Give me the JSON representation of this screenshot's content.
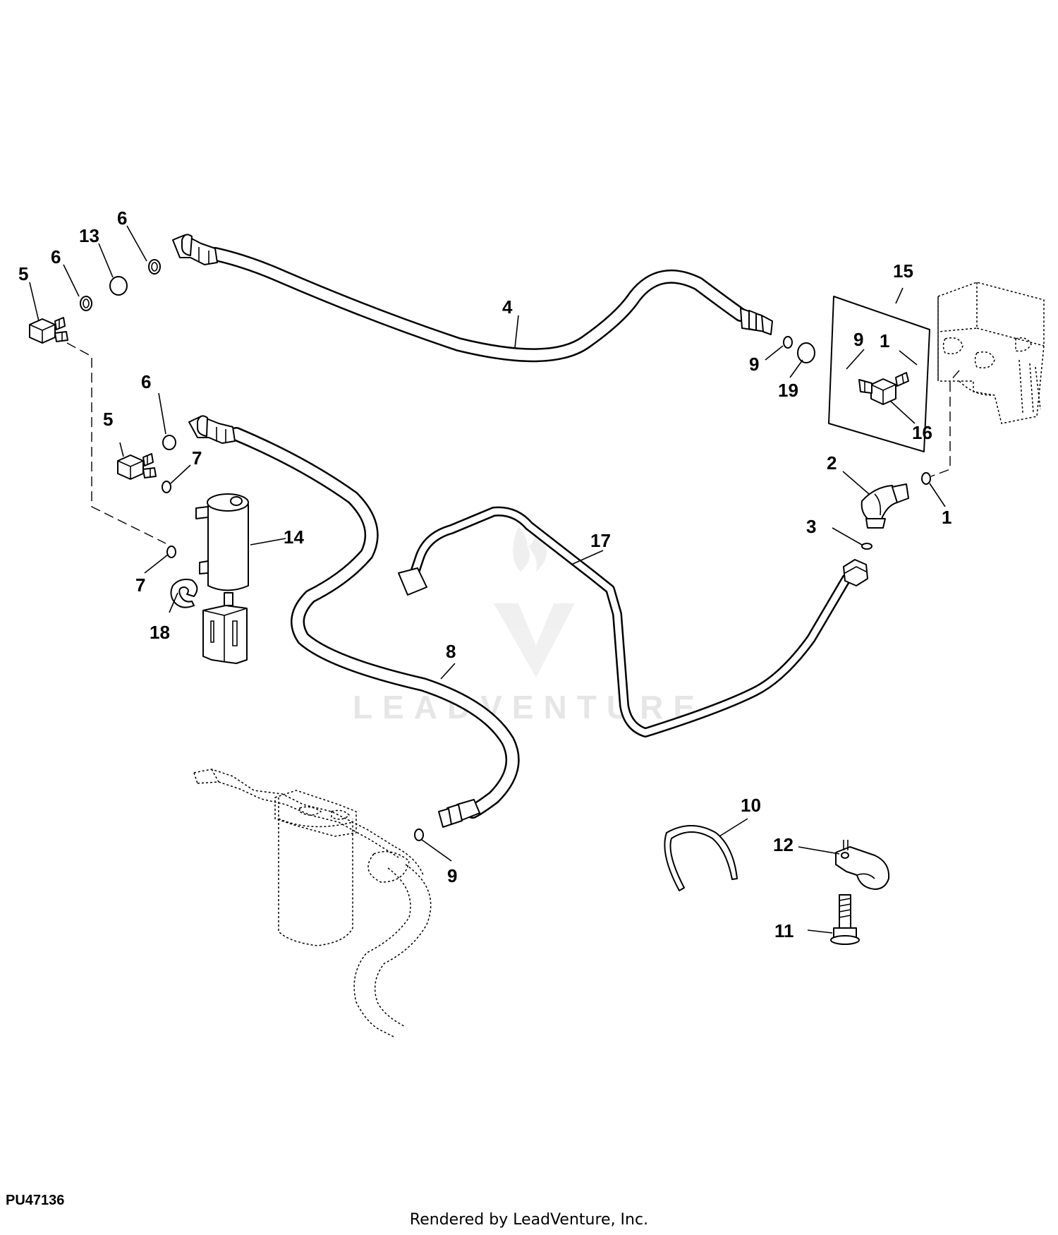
{
  "figure_id": "PU47136",
  "credit": "Rendered by LeadVenture, Inc.",
  "watermark": "LEADVENTURE",
  "callouts": [
    {
      "id": "c1a",
      "label": "1"
    },
    {
      "id": "c1b",
      "label": "1"
    },
    {
      "id": "c2",
      "label": "2"
    },
    {
      "id": "c3",
      "label": "3"
    },
    {
      "id": "c4",
      "label": "4"
    },
    {
      "id": "c5a",
      "label": "5"
    },
    {
      "id": "c5b",
      "label": "5"
    },
    {
      "id": "c6a",
      "label": "6"
    },
    {
      "id": "c6b",
      "label": "6"
    },
    {
      "id": "c6c",
      "label": "6"
    },
    {
      "id": "c7a",
      "label": "7"
    },
    {
      "id": "c7b",
      "label": "7"
    },
    {
      "id": "c8",
      "label": "8"
    },
    {
      "id": "c9a",
      "label": "9"
    },
    {
      "id": "c9b",
      "label": "9"
    },
    {
      "id": "c9c",
      "label": "9"
    },
    {
      "id": "c10",
      "label": "10"
    },
    {
      "id": "c11",
      "label": "11"
    },
    {
      "id": "c12",
      "label": "12"
    },
    {
      "id": "c13",
      "label": "13"
    },
    {
      "id": "c14",
      "label": "14"
    },
    {
      "id": "c15",
      "label": "15"
    },
    {
      "id": "c16",
      "label": "16"
    },
    {
      "id": "c17",
      "label": "17"
    },
    {
      "id": "c18",
      "label": "18"
    },
    {
      "id": "c19",
      "label": "19"
    }
  ]
}
